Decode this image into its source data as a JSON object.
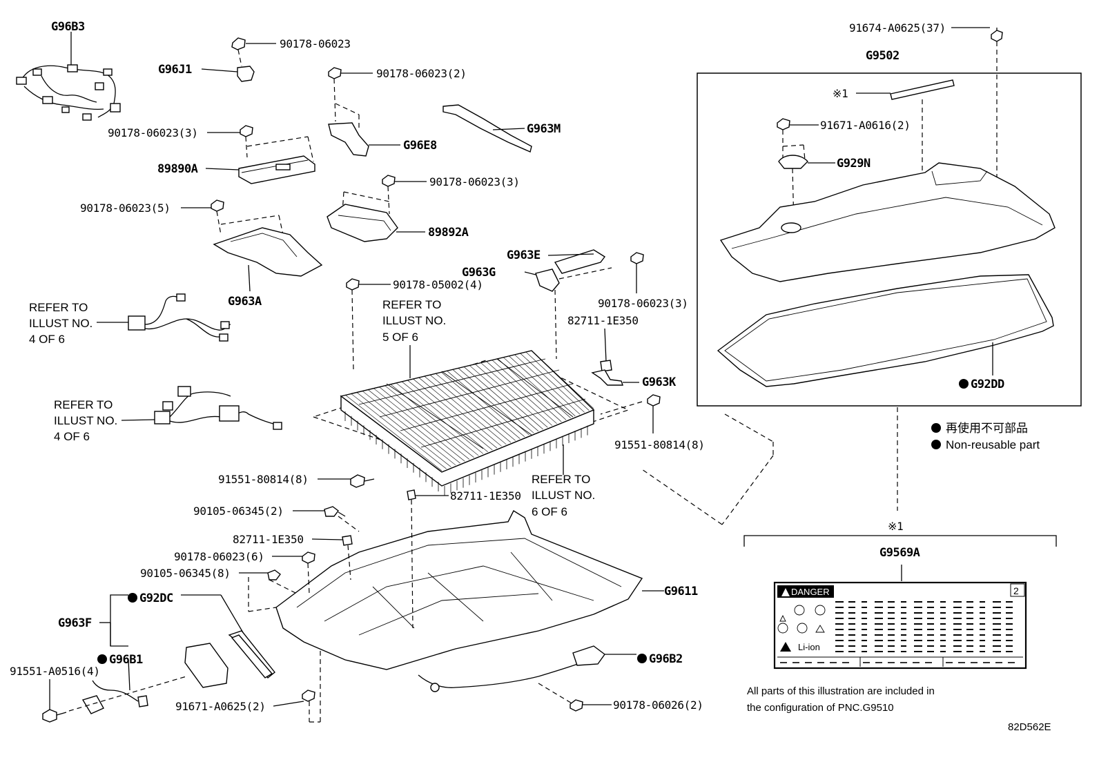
{
  "callouts": {
    "g96b3": "G96B3",
    "p90178_06023_a": "90178-06023",
    "g96j1": "G96J1",
    "p90178_06023_2": "90178-06023(2)",
    "g963m": "G963M",
    "p90178_06023_3a": "90178-06023(3)",
    "g96e8": "G96E8",
    "p89890a": "89890A",
    "p90178_06023_3b": "90178-06023(3)",
    "p90178_06023_5": "90178-06023(5)",
    "p89892a": "89892A",
    "g963a": "G963A",
    "g963e": "G963E",
    "g963g": "G963G",
    "p90178_05002_4": "90178-05002(4)",
    "p90178_06023_3c": "90178-06023(3)",
    "p82711_1e350_a": "82711-1E350",
    "g963k": "G963K",
    "p91551_80814_8a": "91551-80814(8)",
    "p91551_80814_8b": "91551-80814(8)",
    "p82711_1e350_b": "82711-1E350",
    "p90105_06345_2": "90105-06345(2)",
    "p82711_1e350_c": "82711-1E350",
    "p90178_06023_6": "90178-06023(6)",
    "p90105_06345_8": "90105-06345(8)",
    "g92dc": "G92DC",
    "g963f": "G963F",
    "g96b1": "G96B1",
    "p91551_a0516_4": "91551-A0516(4)",
    "p91671_a0625_2": "91671-A0625(2)",
    "g9611": "G9611",
    "g96b2": "G96B2",
    "p90178_06026_2": "90178-06026(2)",
    "p91674_a0625_37": "91674-A0625(37)",
    "g9502": "G9502",
    "mark1_a": "※1",
    "p91671_a0616_2": "91671-A0616(2)",
    "g929n": "G929N",
    "g92dd": "G92DD",
    "mark1_b": "※1",
    "g9569a": "G9569A"
  },
  "refer_notes": {
    "refer_a": [
      "REFER TO",
      "ILLUST NO.",
      "4 OF 6"
    ],
    "refer_b": [
      "REFER TO",
      "ILLUST NO.",
      "4 OF 6"
    ],
    "refer_c": [
      "REFER TO",
      "ILLUST NO.",
      "5 OF 6"
    ],
    "refer_d": [
      "REFER TO",
      "ILLUST NO.",
      "6 OF 6"
    ]
  },
  "legend": {
    "jp": "再使用不可部品",
    "en": "Non-reusable part"
  },
  "label": {
    "danger": "DANGER",
    "li_ion": "Li-ion",
    "number": "2"
  },
  "footer": {
    "line1": "All parts of this illustration are included in",
    "line2": "the configuration of PNC.G9510",
    "diagram_id": "82D562E"
  }
}
